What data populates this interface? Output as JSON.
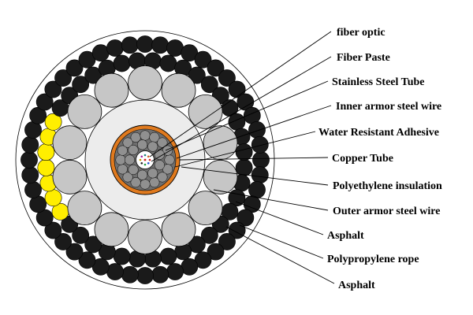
{
  "labels": [
    "fiber optic",
    "Fiber Paste",
    "Stainless Steel Tube",
    "Inner armor steel wire",
    "Water Resistant Adhesive",
    "Copper Tube",
    "Polyethylene insulation",
    "Outer armor steel wire",
    "Asphalt",
    "Polypropylene rope",
    "Asphalt"
  ],
  "colors": {
    "outer_wire": "#1a1a1a",
    "inner_wire": "#c6c6c6",
    "marker_wire": "#ffee00",
    "copper": "#e07a1e",
    "core_wire": "#909090",
    "insulation": "#ececec",
    "leader": "#000000"
  }
}
